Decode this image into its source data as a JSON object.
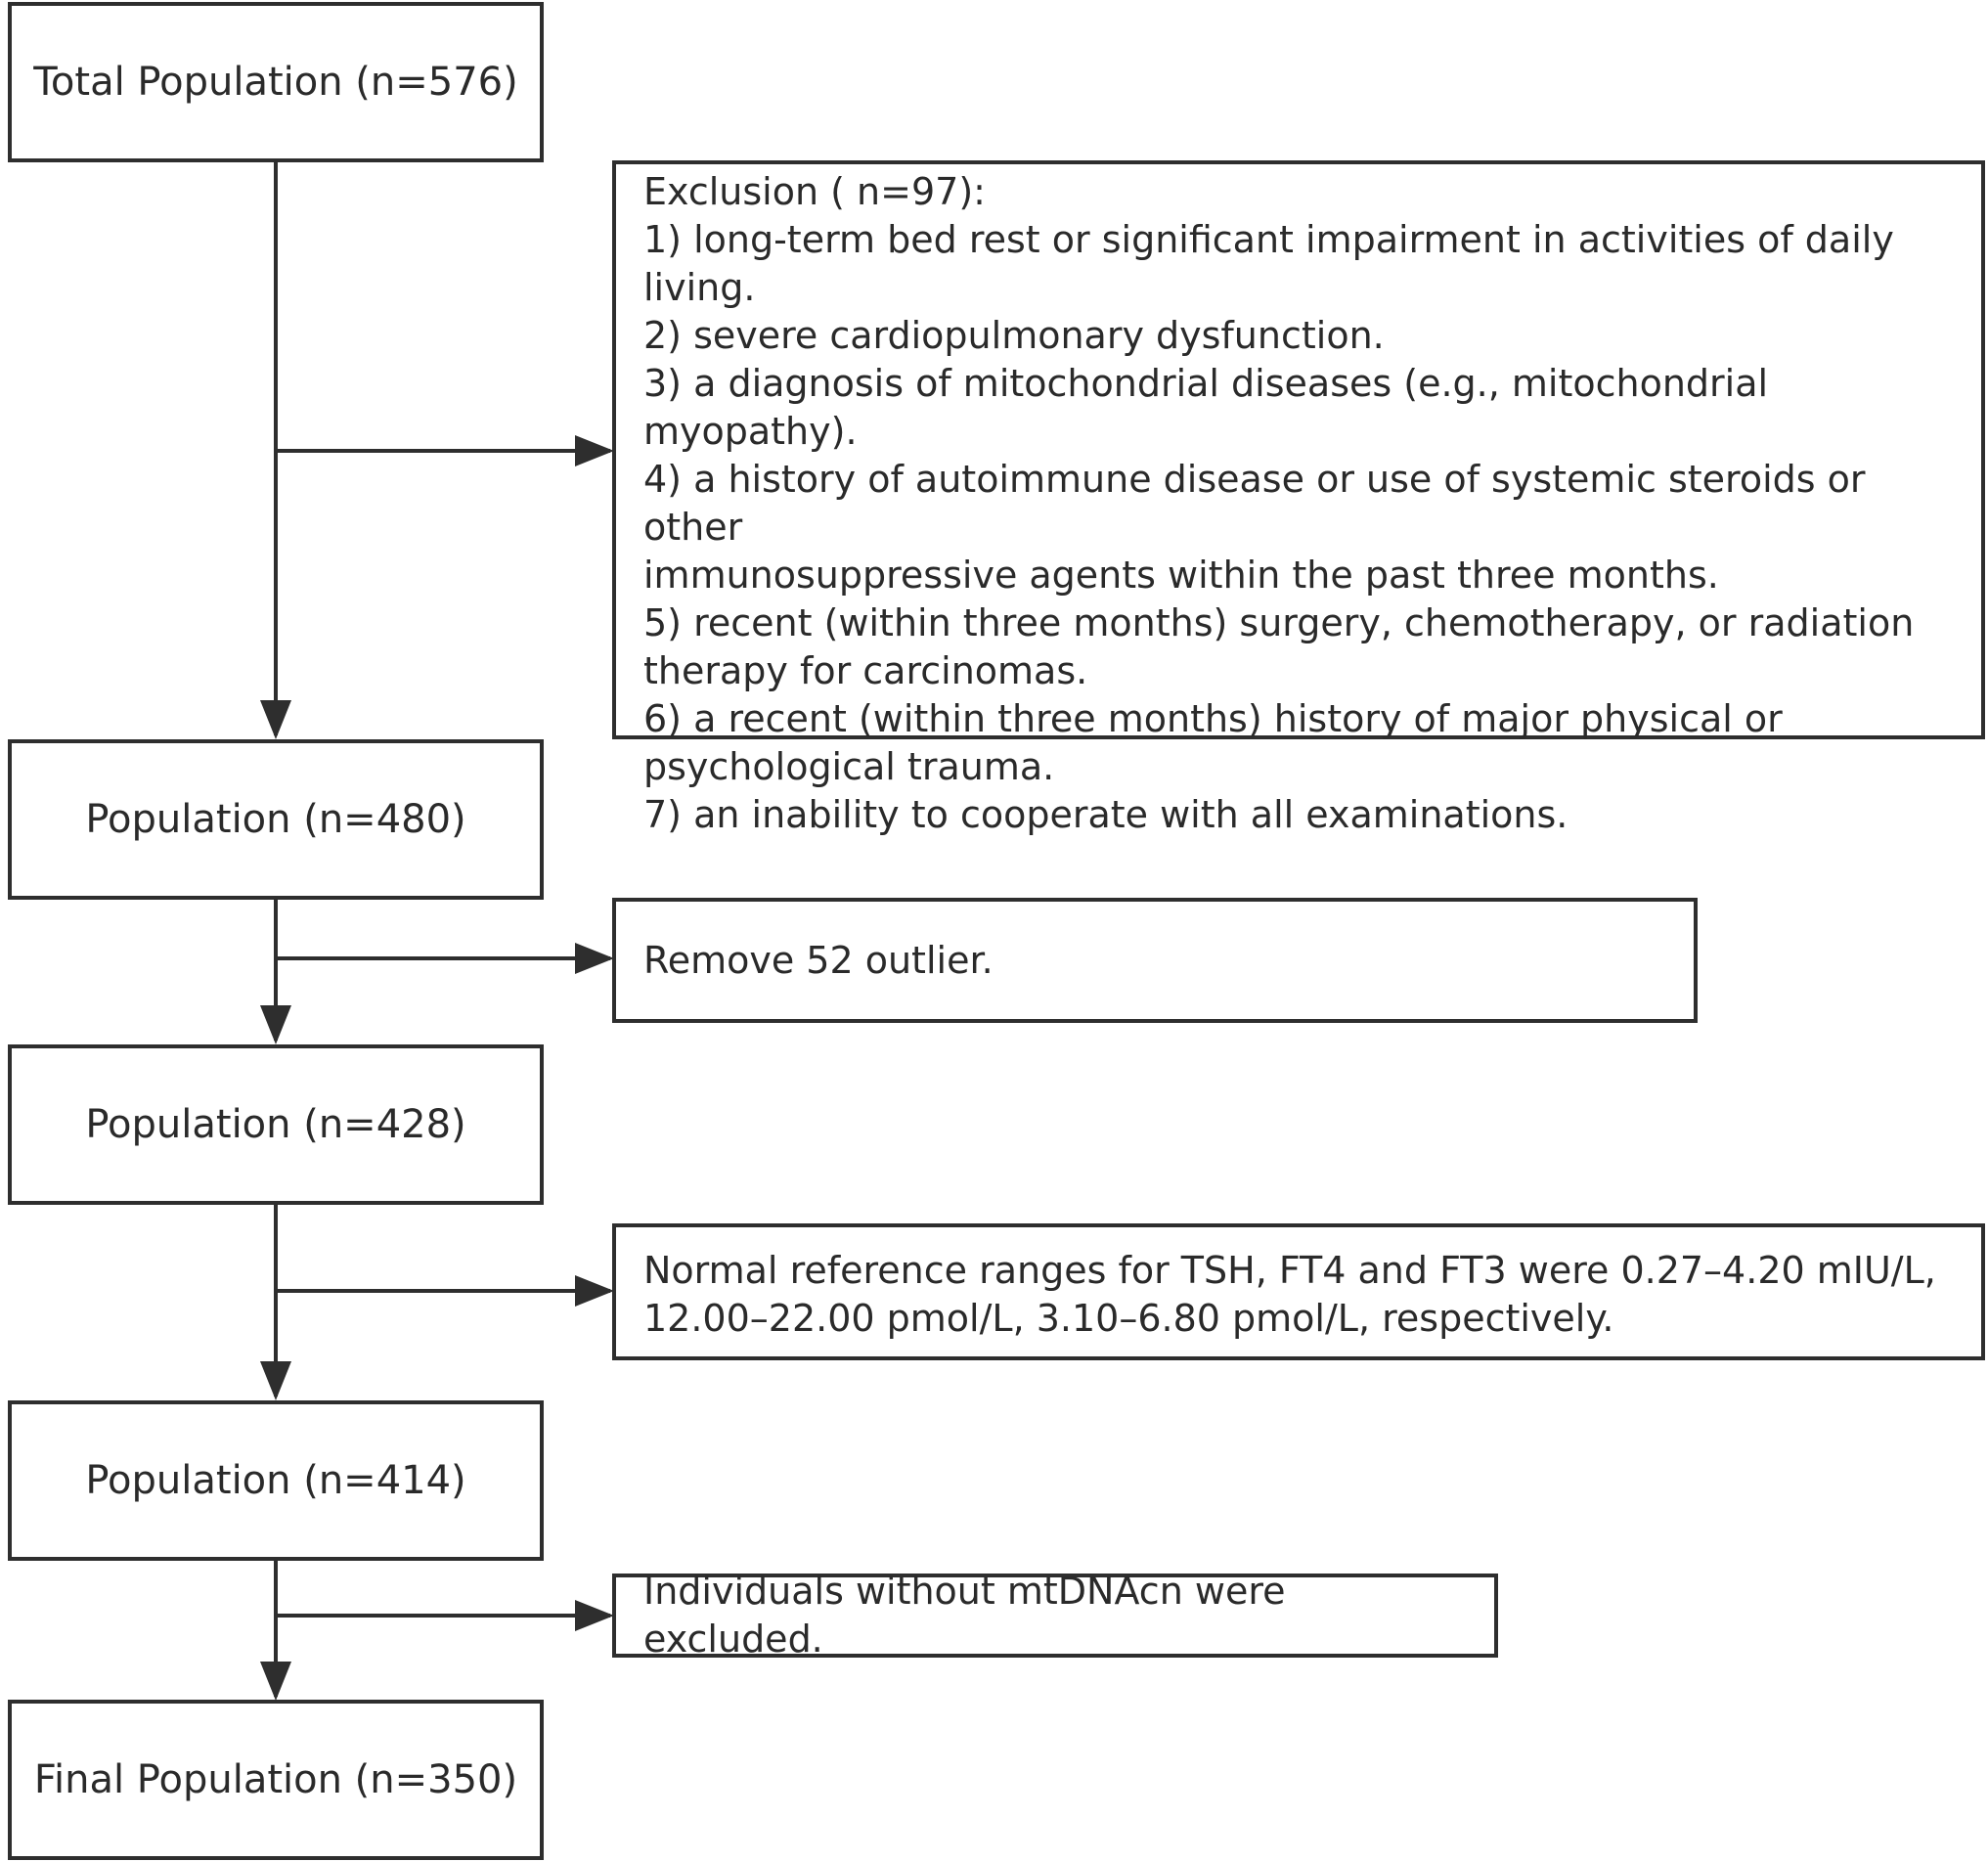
{
  "flowchart": {
    "nodes": {
      "total": "Total Population (n=576)",
      "pop480": "Population (n=480)",
      "pop428": "Population (n=428)",
      "pop414": "Population (n=414)",
      "final": "Final Population (n=350)"
    },
    "exclusion": {
      "lines": [
        "Exclusion ( n=97):",
        "1) long-term bed rest or significant impairment in activities of daily",
        "living.",
        "2) severe cardiopulmonary dysfunction.",
        "3) a diagnosis of mitochondrial diseases (e.g., mitochondrial myopathy).",
        "4) a history of autoimmune disease or use of systemic steroids or other",
        "immunosuppressive agents within the past three months.",
        "5) recent (within three months) surgery, chemotherapy, or radiation",
        "therapy for carcinomas.",
        "6) a recent (within three months) history of major physical or",
        "psychological trauma.",
        "7) an inability to cooperate with all examinations."
      ]
    },
    "outlier": "Remove 52 outlier.",
    "reference": {
      "lines": [
        "Normal reference ranges for TSH, FT4 and FT3 were 0.27–4.20 mIU/L,",
        "12.00–22.00 pmol/L, 3.10–6.80 pmol/L, respectively."
      ]
    },
    "mtdna": "Individuals without mtDNAcn were excluded."
  }
}
